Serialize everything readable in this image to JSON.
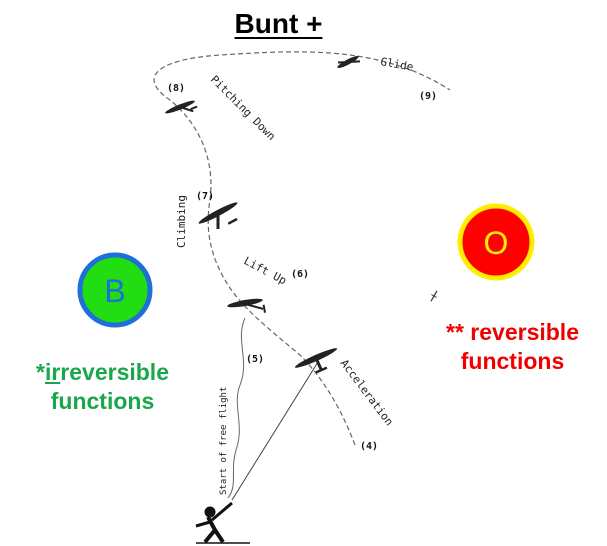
{
  "title": "Bunt +",
  "stages": {
    "glide": "Glide",
    "pitching_down": "Pitching Down",
    "climbing": "Climbing",
    "lift_up": "Lift Up",
    "acceleration": "Acceleration",
    "start_free_flight": "Start of free flight"
  },
  "numbers": [
    "(4)",
    "(5)",
    "(6)",
    "(7)",
    "(8)",
    "(9)"
  ],
  "circle_b": {
    "label": "B",
    "fill": "#22dd11",
    "ring": "#1e6fd9"
  },
  "circle_o": {
    "label": "O",
    "fill": "#ff0000",
    "ring": "#ffee00"
  },
  "left_caption": {
    "star": "*",
    "ir": "ir",
    "rest": "reversible",
    "line2": "functions"
  },
  "right_caption": {
    "line1": "** reversible",
    "line2": "functions"
  }
}
